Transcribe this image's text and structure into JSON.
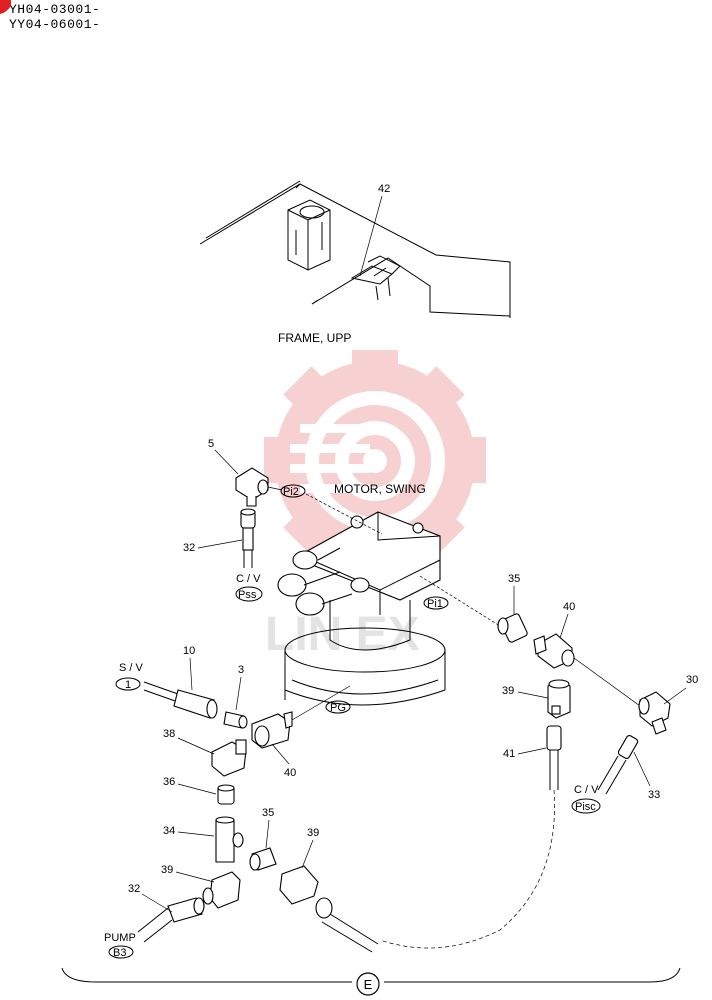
{
  "header": {
    "serials": [
      "YH04-03001-",
      "YY04-06001-"
    ]
  },
  "captions": {
    "frame": "FRAME, UPP",
    "motor": "MOTOR, SWING"
  },
  "ports": {
    "pi2": "Pi2",
    "pss": "Pss",
    "pi1": "Pi1",
    "pg": "PG",
    "s1": "1",
    "pisc": "Pisc",
    "b3": "B3"
  },
  "labels": {
    "cv_top": "C / V",
    "sv": "S / V",
    "cv_right": "C / V",
    "pump": "PUMP"
  },
  "parts": {
    "p42": "42",
    "p5": "5",
    "p32a": "32",
    "p35a": "35",
    "p40a": "40",
    "p10": "10",
    "p3": "3",
    "p30": "30",
    "p39a": "39",
    "p38": "38",
    "p40b": "40",
    "p41": "41",
    "p36": "36",
    "p33": "33",
    "p34": "34",
    "p35b": "35",
    "p39b": "39",
    "p39c": "39",
    "p32b": "32"
  },
  "section": "E",
  "colors": {
    "watermark": "#f6c9c9",
    "ink": "#000000"
  }
}
